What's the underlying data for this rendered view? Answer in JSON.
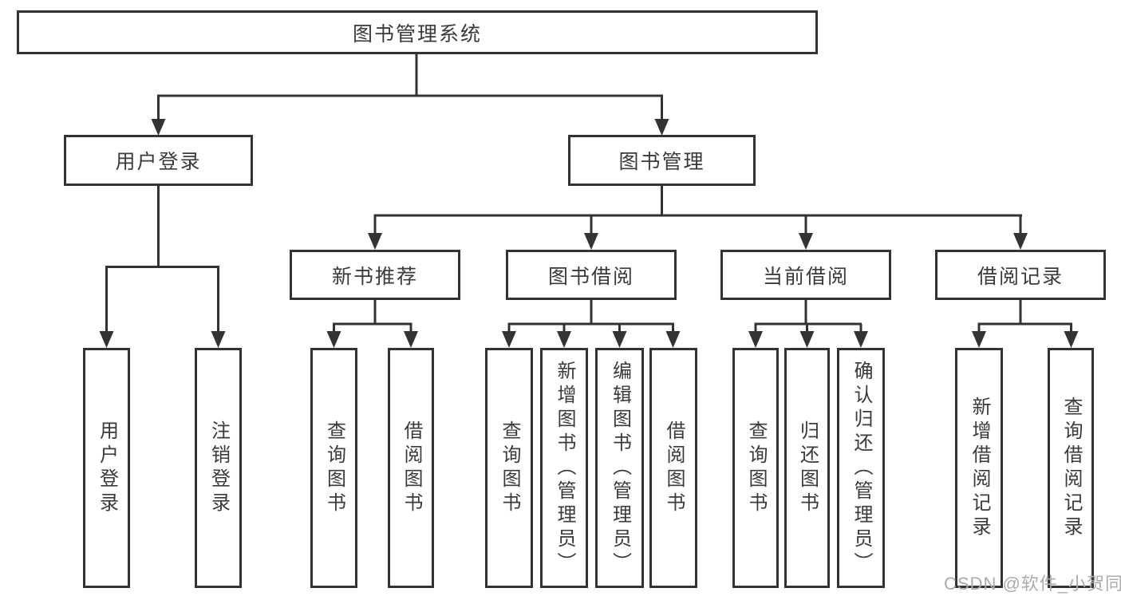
{
  "root": {
    "label": "图书管理系统"
  },
  "level2": {
    "user_login": {
      "label": "用户登录"
    },
    "book_management": {
      "label": "图书管理"
    }
  },
  "user_login_children": [
    "用户登录",
    "注销登录"
  ],
  "modules": [
    {
      "label": "新书推荐",
      "children": [
        "查询图书",
        "借阅图书"
      ]
    },
    {
      "label": "图书借阅",
      "children": [
        "查询图书",
        "新增图书（管理员）",
        "编辑图书（管理员）",
        "借阅图书"
      ]
    },
    {
      "label": "当前借阅",
      "children": [
        "查询图书",
        "归还图书",
        "确认归还（管理员）"
      ]
    },
    {
      "label": "借阅记录",
      "children": [
        "新增借阅记录",
        "查询借阅记录"
      ]
    }
  ],
  "watermark": "CSDN @软件_小贺同学",
  "colors": {
    "line": "#333333",
    "box_border": "#333333",
    "box_background": "#ffffff",
    "text": "#3a3a3a",
    "watermark": "#ababab"
  }
}
